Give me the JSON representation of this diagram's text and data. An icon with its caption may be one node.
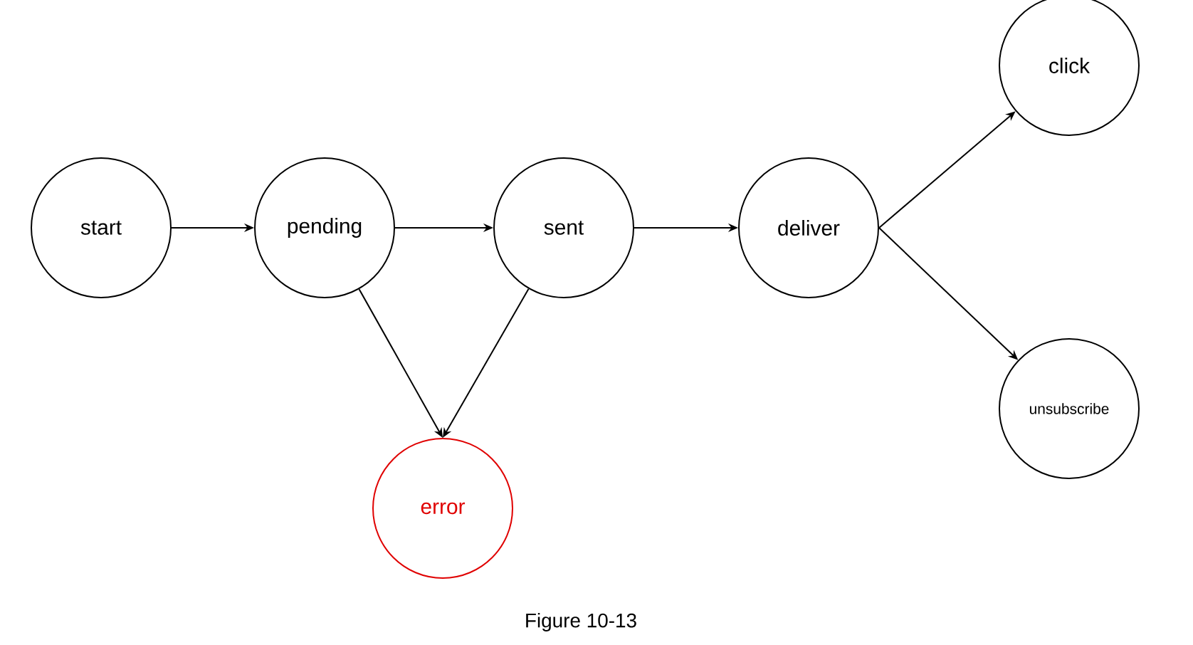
{
  "diagram": {
    "caption": "Figure 10-13",
    "nodes": [
      {
        "text": [
          "start"
        ]
      },
      {
        "text": [
          "pending"
        ]
      },
      {
        "text": [
          "sent"
        ]
      },
      {
        "text": [
          "deliver"
        ]
      },
      {
        "text": [
          "click"
        ]
      },
      {
        "text": [
          "unsubscribe"
        ]
      },
      {
        "text": [
          "error"
        ]
      }
    ],
    "edges": [
      {
        "from": 0,
        "to": 1,
        "arrow": "to"
      },
      {
        "from": 1,
        "to": 2,
        "arrow": "to"
      },
      {
        "from": 2,
        "to": 3,
        "arrow": "to"
      },
      {
        "from": 3,
        "to": 4,
        "arrow": "to"
      },
      {
        "from": 3,
        "to": 5,
        "arrow": "to"
      },
      {
        "from": 1,
        "to": 6,
        "arrow": "to"
      },
      {
        "from": 2,
        "to": 6,
        "arrow": "to"
      }
    ]
  }
}
